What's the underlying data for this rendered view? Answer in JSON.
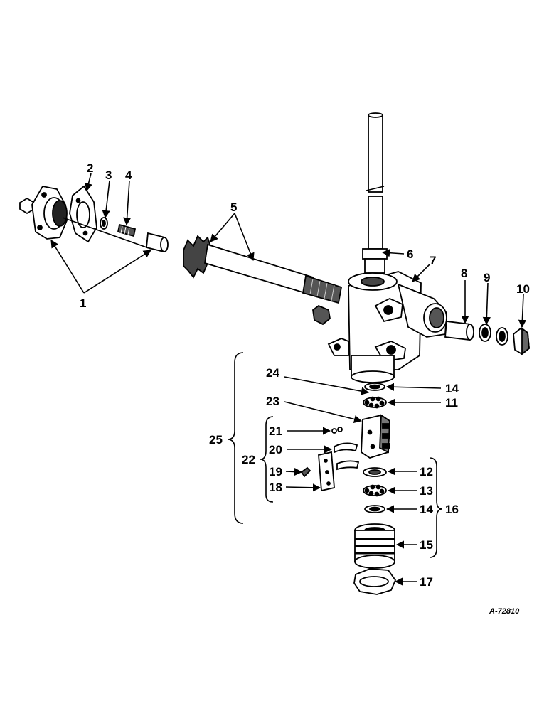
{
  "figure": {
    "reference": "A-72810",
    "callouts": {
      "c1": "1",
      "c2": "2",
      "c3": "3",
      "c4": "4",
      "c5": "5",
      "c6": "6",
      "c7": "7",
      "c8": "8",
      "c9": "9",
      "c10": "10",
      "c11": "11",
      "c12": "12",
      "c13": "13",
      "c14a": "14",
      "c14b": "14",
      "c15": "15",
      "c16": "16",
      "c17": "17",
      "c18": "18",
      "c19": "19",
      "c20": "20",
      "c21": "21",
      "c22": "22",
      "c23": "23",
      "c24": "24",
      "c25": "25"
    }
  }
}
